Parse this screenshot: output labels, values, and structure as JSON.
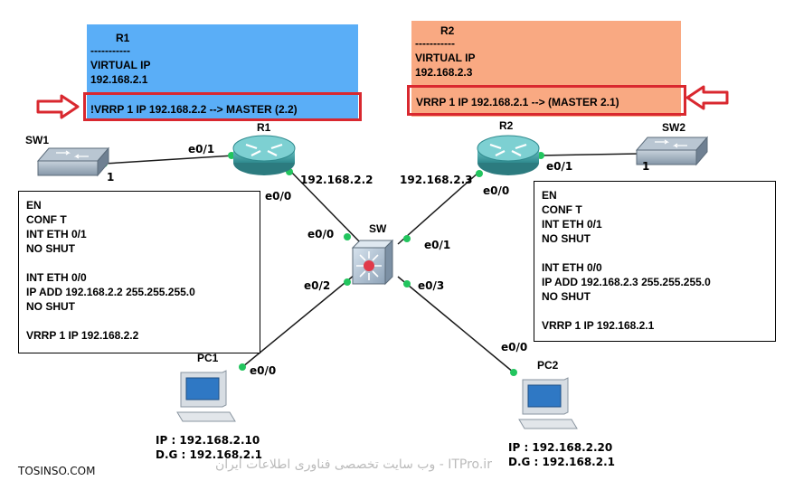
{
  "colors": {
    "r1_panel": "#5aaef7",
    "r2_panel": "#f9a982",
    "highlight": "#d9282f",
    "link_dot": "#22c55e"
  },
  "r1_panel": {
    "title": "R1",
    "divider": "-----------",
    "vip_label": "VIRTUAL IP",
    "vip": "192.168.2.1",
    "status": "!VRRP 1 IP 192.168.2.2 --> MASTER (2.2)"
  },
  "r2_panel": {
    "title": "R2",
    "divider": "-----------",
    "vip_label": "VIRTUAL IP",
    "vip": "192.168.2.3",
    "status": "VRRP 1 IP 192.168.2.1 --> (MASTER 2.1)"
  },
  "devices": {
    "sw1": "SW1",
    "r1": "R1",
    "sw": "SW",
    "r2": "R2",
    "sw2": "SW2",
    "pc1": "PC1",
    "pc2": "PC2"
  },
  "interfaces": {
    "sw1_port": "1",
    "r1_e0_1": "e0/1",
    "r1_e0_0": "e0/0",
    "r1_ip": "192.168.2.2",
    "sw_e0_0": "e0/0",
    "sw_e0_1": "e0/1",
    "sw_e0_2": "e0/2",
    "sw_e0_3": "e0/3",
    "r2_ip": "192.168.2.3",
    "r2_e0_0": "e0/0",
    "r2_e0_1": "e0/1",
    "sw2_port": "1",
    "pc1_e0_0": "e0/0",
    "pc2_e0_0": "e0/0"
  },
  "r1_config": [
    "EN",
    "CONF T",
    "INT ETH 0/1",
    "NO SHUT",
    "",
    "INT ETH 0/0",
    "IP ADD 192.168.2.2 255.255.255.0",
    "NO SHUT",
    "",
    "VRRP 1 IP 192.168.2.2"
  ],
  "r2_config": [
    "EN",
    "CONF T",
    "INT ETH 0/1",
    "NO SHUT",
    "",
    "INT ETH 0/0",
    "IP ADD 192.168.2.3 255.255.255.0",
    "NO SHUT",
    "",
    "VRRP 1 IP 192.168.2.1"
  ],
  "pc1_info": {
    "ip": "IP   : 192.168.2.10",
    "dg": "D.G : 192.168.2.1"
  },
  "pc2_info": {
    "ip": "IP   : 192.168.2.20",
    "dg": "D.G : 192.168.2.1"
  },
  "watermarks": {
    "left": "TOSINSO.COM",
    "right": "ITPro.ir - وب سایت تخصصی فناوری اطلاعات ایران"
  }
}
